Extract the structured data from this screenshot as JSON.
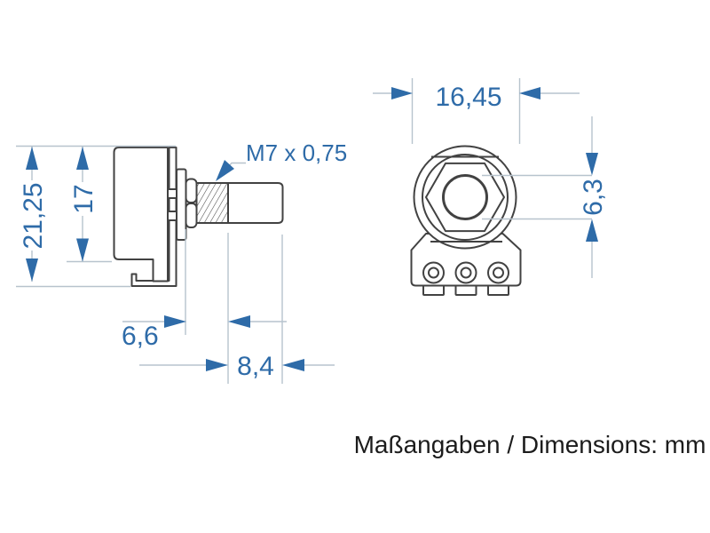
{
  "drawing": {
    "type": "technical-dimension-drawing",
    "subject": "potentiometer",
    "views": {
      "side_view": {
        "dimensions": {
          "total_height": "21,25",
          "body_height": "17",
          "thread_spec": "M7 x 0,75",
          "bushing_length": "6,6",
          "shaft_length": "8,4"
        }
      },
      "front_view": {
        "dimensions": {
          "body_width": "16,45",
          "shaft_diameter": "6,3"
        }
      }
    },
    "units_note": "Maßangaben / Dimensions: mm"
  },
  "colors": {
    "accent_blue": "#2e6ba8",
    "drawing_outline": "#424242",
    "dimension_line_gray": "#b7c3cd",
    "text_dark": "#1c1c1c",
    "background": "#ffffff"
  }
}
